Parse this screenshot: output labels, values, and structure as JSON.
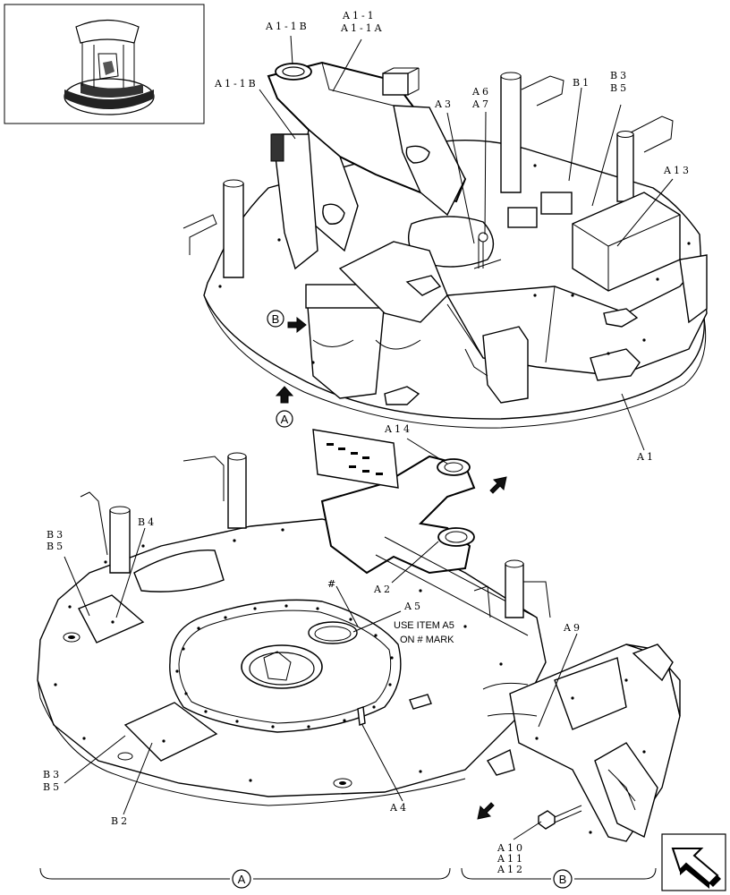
{
  "callouts": {
    "a1_1b_top": "A1-1B",
    "a1_1": "A1-1",
    "a1_1a": "A1-1A",
    "a1_1b_left": "A1-1B",
    "a6": "A6",
    "a7": "A7",
    "a3": "A3",
    "b1": "B1",
    "b3_top": "B3",
    "b5_top": "B5",
    "a13": "A13",
    "a1": "A1",
    "a14": "A14",
    "b4": "B4",
    "b3_mid": "B3",
    "b5_mid": "B5",
    "a2": "A2",
    "hash": "#",
    "a5": "A5",
    "a9": "A9",
    "b3_low": "B3",
    "b5_low": "B5",
    "b2": "B2",
    "a4": "A4",
    "a10": "A10",
    "a11": "A11",
    "a12": "A12"
  },
  "note": {
    "line1": "USE ITEM A5",
    "line2": "ON # MARK"
  },
  "views": {
    "a_marker": "A",
    "b_marker": "B",
    "bracket_a": "A",
    "bracket_b": "B"
  },
  "icons": [
    "machine-thumbnail",
    "view-arrow-icon",
    "navigation-arrow-icon"
  ]
}
